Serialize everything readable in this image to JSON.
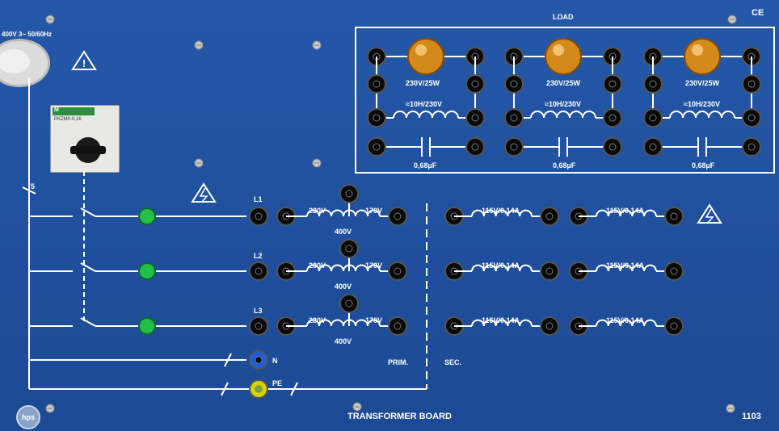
{
  "load": {
    "title": "LOAD",
    "lamp_labels": [
      "230V/25W",
      "230V/25W",
      "230V/25W"
    ],
    "inductor_labels": [
      "≈10H/230V",
      "≈10H/230V",
      "≈10H/230V"
    ],
    "capacitor_labels": [
      "0,68µF",
      "0,68µF",
      "0,68µF"
    ]
  },
  "supply": {
    "rating": "400V 3~ 50/60Hz"
  },
  "switch_number": "5",
  "ce_mark": "CE",
  "breaker": {
    "brand": "M",
    "model": "PKZM0-0,16"
  },
  "phases": [
    {
      "name": "L1",
      "primary_230": "230V",
      "primary_170": "170V",
      "primary_400": "400V",
      "secondary_left": "115V/0,14A",
      "secondary_right": "115V/0,14A"
    },
    {
      "name": "L2",
      "primary_230": "230V",
      "primary_170": "170V",
      "primary_400": "400V",
      "secondary_left": "115V/0,14A",
      "secondary_right": "115V/0,14A"
    },
    {
      "name": "L3",
      "primary_230": "230V",
      "primary_170": "170V",
      "primary_400": "400V",
      "secondary_left": "115V/0,14A",
      "secondary_right": "115V/0,14A"
    }
  ],
  "neutral_label": "N",
  "pe_label": "PE",
  "prim_label": "PRIM.",
  "sec_label": "SEC.",
  "board_title": "TRANSFORMER BOARD",
  "board_number": "1103",
  "logo_text": "hps",
  "colors": {
    "panel": "#1f4f9c",
    "socket_black": "#0a0a0a",
    "socket_blue": "#1e5fd8",
    "socket_pe": "#d4d400",
    "lamp_green": "#22c04a",
    "bulb_amber": "#d48a1a"
  }
}
